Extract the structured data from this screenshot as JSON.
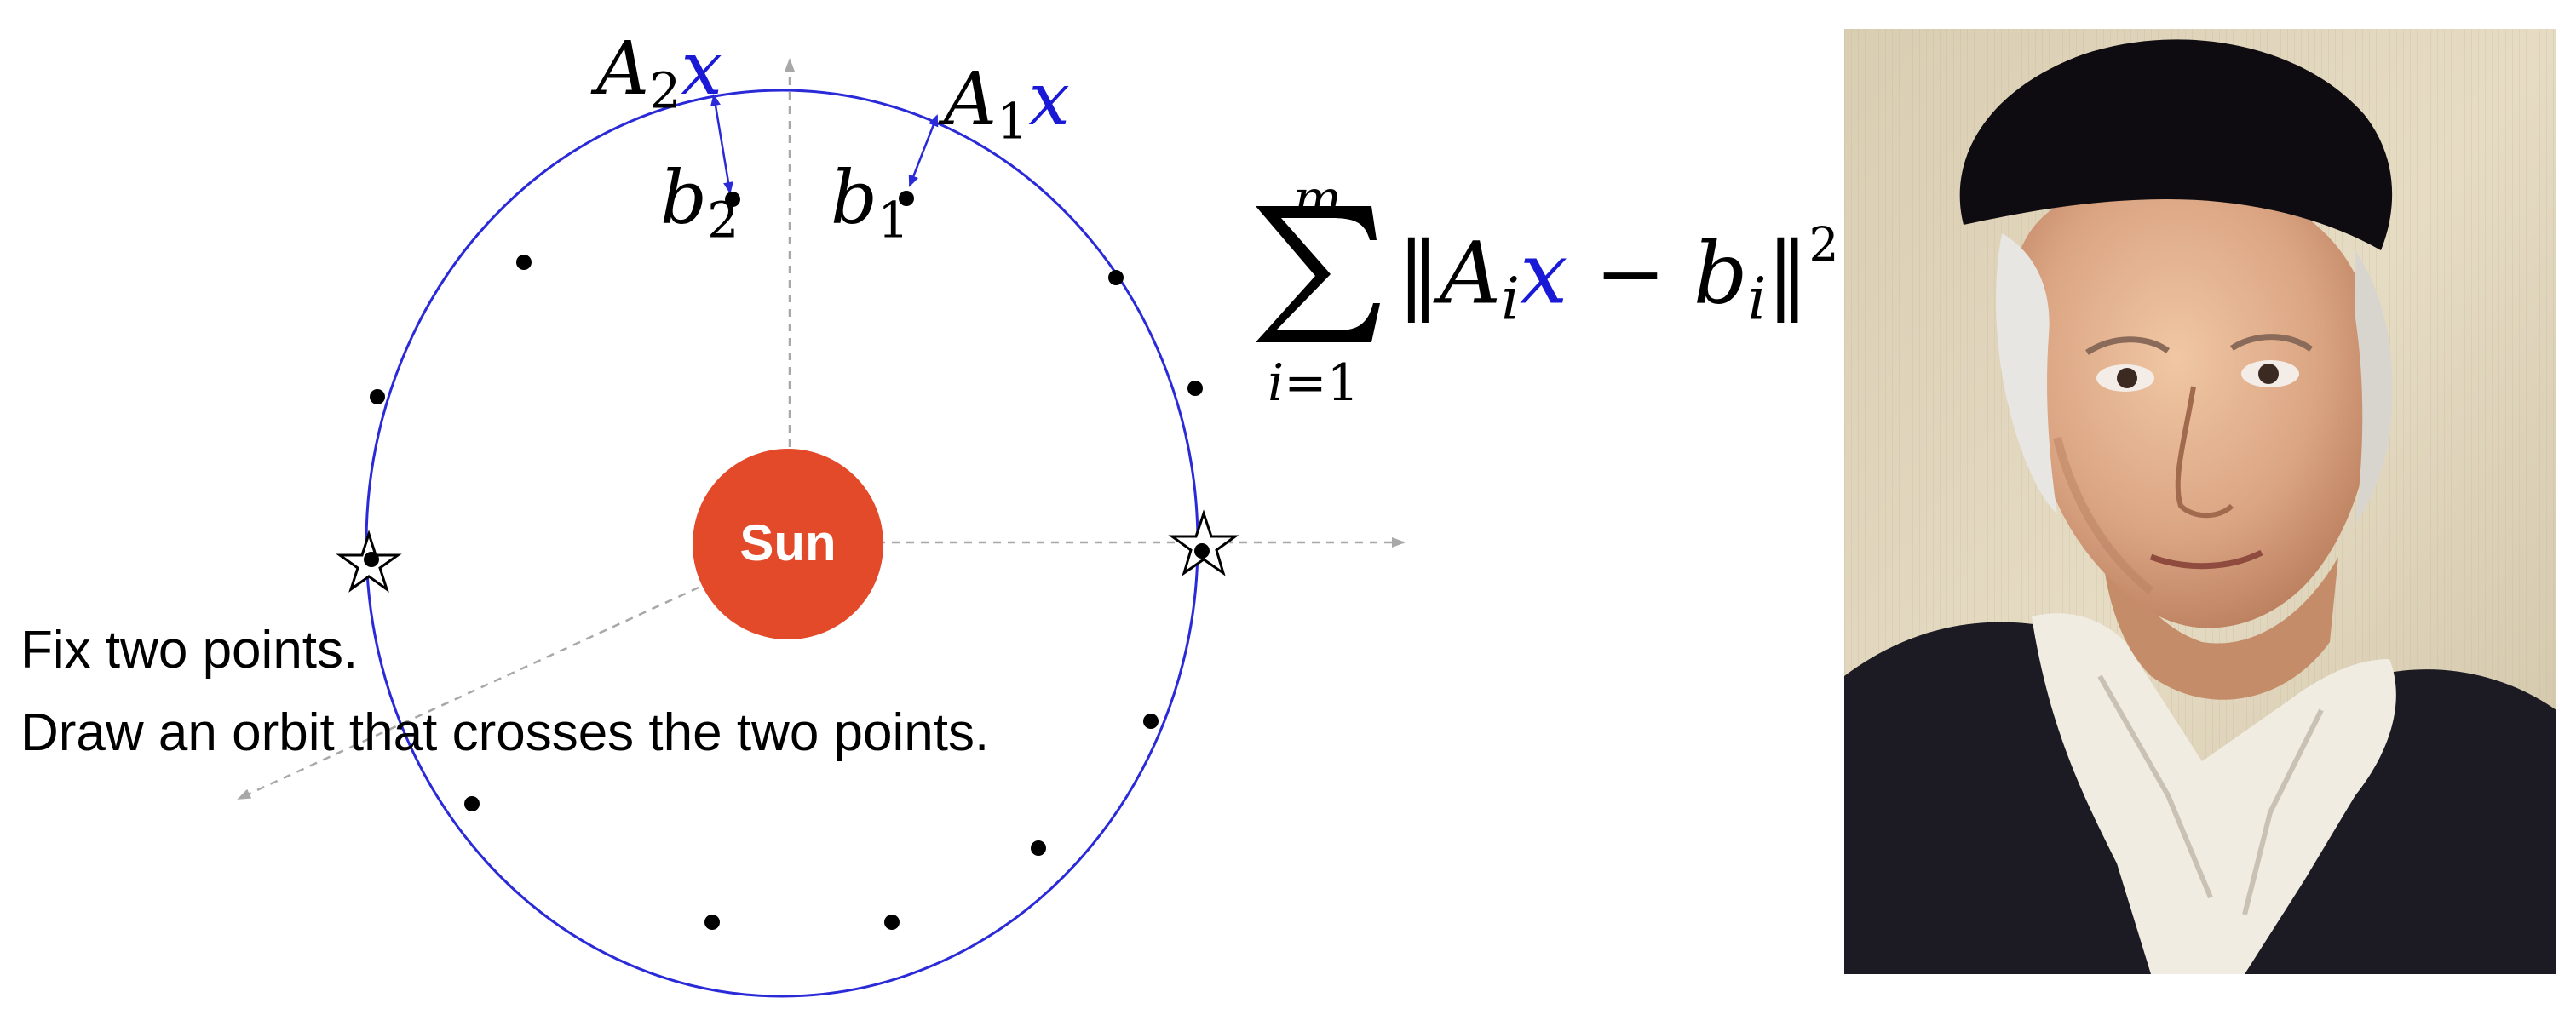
{
  "sun": {
    "label": "Sun",
    "color": "#e34a2a"
  },
  "captions": {
    "line1": "Fix two points.",
    "line2": "Draw an orbit that crosses the two points."
  },
  "labels": {
    "a2x": {
      "op": "A",
      "sub": "2",
      "var": "x"
    },
    "a1x": {
      "op": "A",
      "sub": "1",
      "var": "x"
    },
    "b2": {
      "base": "b",
      "sub": "2"
    },
    "b1": {
      "base": "b",
      "sub": "1"
    }
  },
  "formula": {
    "upper": "m",
    "lower_var": "i",
    "lower_rest": "=1",
    "norm_open": "‖",
    "op": "A",
    "op_sub": "i",
    "var": "x",
    "minus": " − ",
    "base": "b",
    "base_sub": "i",
    "norm_close": "‖",
    "power": "2"
  },
  "colors": {
    "orbit": "#2a2ad8",
    "variable": "#1a1ad6",
    "axis": "#a8a8a8",
    "points": "#000000"
  }
}
